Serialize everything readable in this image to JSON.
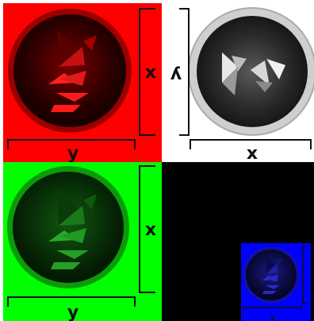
{
  "panels": {
    "red": {
      "bg": "#ff0000",
      "x_label": "x",
      "y_label": "y"
    },
    "white": {
      "bg": "#ffffff",
      "x_label": "x",
      "y_label": "y"
    },
    "green": {
      "bg": "#00ff00",
      "x_label": "x",
      "y_label": "y"
    },
    "black": {
      "bg": "#000000"
    },
    "blue": {
      "bg": "#0000ff",
      "y_label": "y"
    }
  },
  "icon": "kite-logo-icon"
}
